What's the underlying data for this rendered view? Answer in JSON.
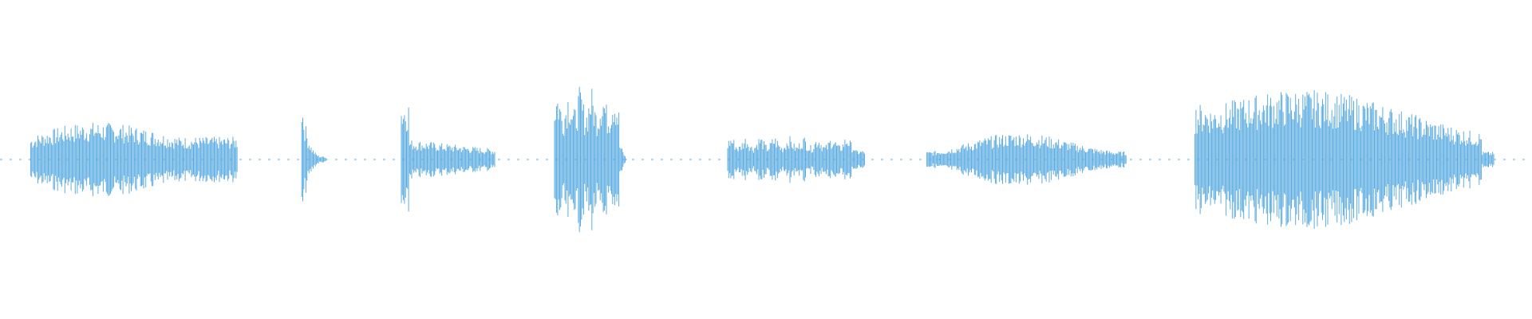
{
  "waveform": {
    "color": "#5dade2",
    "background": "#ffffff",
    "segments": [
      {
        "id": "segment-1",
        "start": 0.02,
        "end": 0.155,
        "amplitude": 0.26,
        "shape": "hump"
      },
      {
        "id": "segment-2",
        "start": 0.197,
        "end": 0.213,
        "amplitude": 0.42,
        "shape": "burst"
      },
      {
        "id": "segment-3",
        "start": 0.262,
        "end": 0.323,
        "amplitude": 0.38,
        "shape": "attack"
      },
      {
        "id": "segment-4",
        "start": 0.362,
        "end": 0.409,
        "amplitude": 0.46,
        "shape": "block"
      },
      {
        "id": "segment-5",
        "start": 0.475,
        "end": 0.565,
        "amplitude": 0.15,
        "shape": "flat"
      },
      {
        "id": "segment-6",
        "start": 0.605,
        "end": 0.735,
        "amplitude": 0.17,
        "shape": "swell"
      },
      {
        "id": "segment-7",
        "start": 0.78,
        "end": 0.975,
        "amplitude": 0.44,
        "shape": "rise"
      }
    ]
  }
}
